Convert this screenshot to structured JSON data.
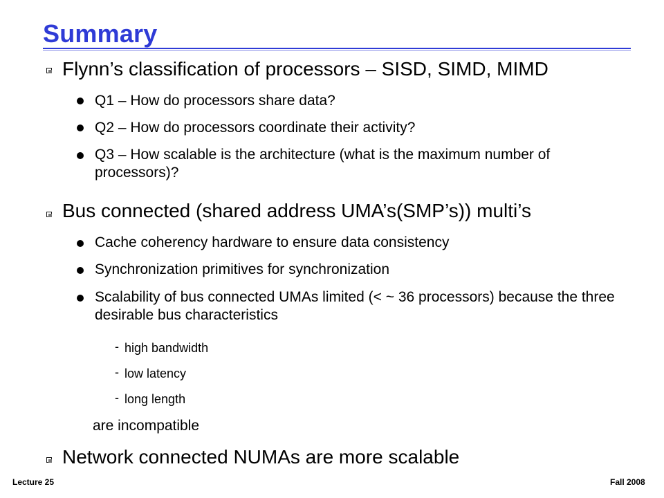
{
  "slide": {
    "title": "Summary",
    "accent_color": "#2f3bd6",
    "sections": [
      {
        "heading": "Flynn’s classification of processors – SISD, SIMD, MIMD",
        "items": [
          "Q1 – How do processors share data?",
          "Q2 – How do processors coordinate their activity?",
          "Q3 – How scalable is the architecture (what is the maximum number of processors)?"
        ]
      },
      {
        "heading": "Bus connected (shared address UMA’s(SMP’s)) multi’s",
        "items": [
          "Cache coherency hardware to ensure data consistency",
          "Synchronization primitives for synchronization",
          "Scalability of bus connected UMAs limited (< ~ 36 processors) because the three desirable bus characteristics"
        ],
        "subitems": [
          "high bandwidth",
          "low latency",
          "long length"
        ],
        "continuation": "are incompatible"
      },
      {
        "heading": "Network connected NUMAs are more scalable",
        "items": []
      }
    ],
    "footer": {
      "left": "Lecture 25",
      "right": "Fall 2008"
    }
  }
}
